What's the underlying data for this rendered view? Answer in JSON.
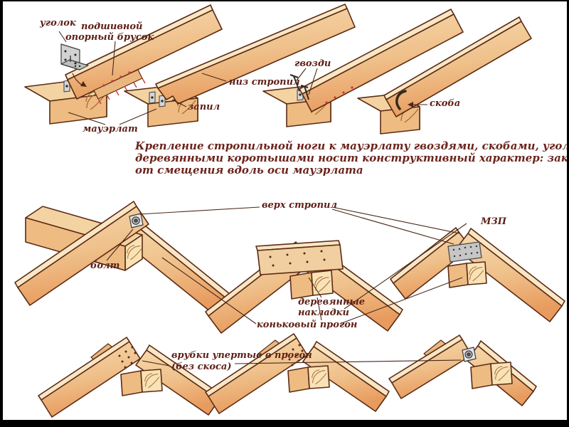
{
  "page": {
    "background": "#ffffff",
    "frame_color": "#000000",
    "type": "construction diagram: fastening of rafters to mauerlat and ridge purlin"
  },
  "colors": {
    "wood_light": "#f9e6c4",
    "wood_face_top": "#f7d9ad",
    "wood_face_bottom": "#e89b5e",
    "wood_top_face": "#f4d3a2",
    "wood_front_face": "#eebb83",
    "wood_end_grain": "#f8e2b6",
    "outline": "#5b2b14",
    "grain_ring": "#a5692f",
    "metal": "#d2d2d2",
    "label_text": "#5e2017",
    "caption_text": "#6b241c",
    "accent_red": "#cc3a3a"
  },
  "top_row": {
    "labels": {
      "ugolok": "уголок",
      "podshivnoy_line1": "подшивной",
      "podshivnoy_line2": "опорный брусок",
      "mauerlat": "мауэрлат",
      "zapil": "запил",
      "niz_stropil": "низ стропил",
      "gvozdi": "гвозди",
      "skoba": "скоба"
    }
  },
  "caption": {
    "lines": [
      "Крепление стропильной ноги к мауэрлату гвоздями, скобами, уголками или",
      "деревянными коротышами носит конструктивный характер: закрепление",
      "от смещения вдоль оси мауэрлата"
    ]
  },
  "middle_row": {
    "labels": {
      "verkh_stropil": "верх стропил",
      "bolt": "болт",
      "nakladki_line1": "деревянные",
      "nakladki_line2": "накладки",
      "konkovy_progon": "коньковый прогон",
      "mzp": "МЗП"
    }
  },
  "bottom_row": {
    "labels": {
      "vrubki_line1": "врубки упертые в прогон",
      "vrubki_line2": "(без скоса)"
    }
  }
}
